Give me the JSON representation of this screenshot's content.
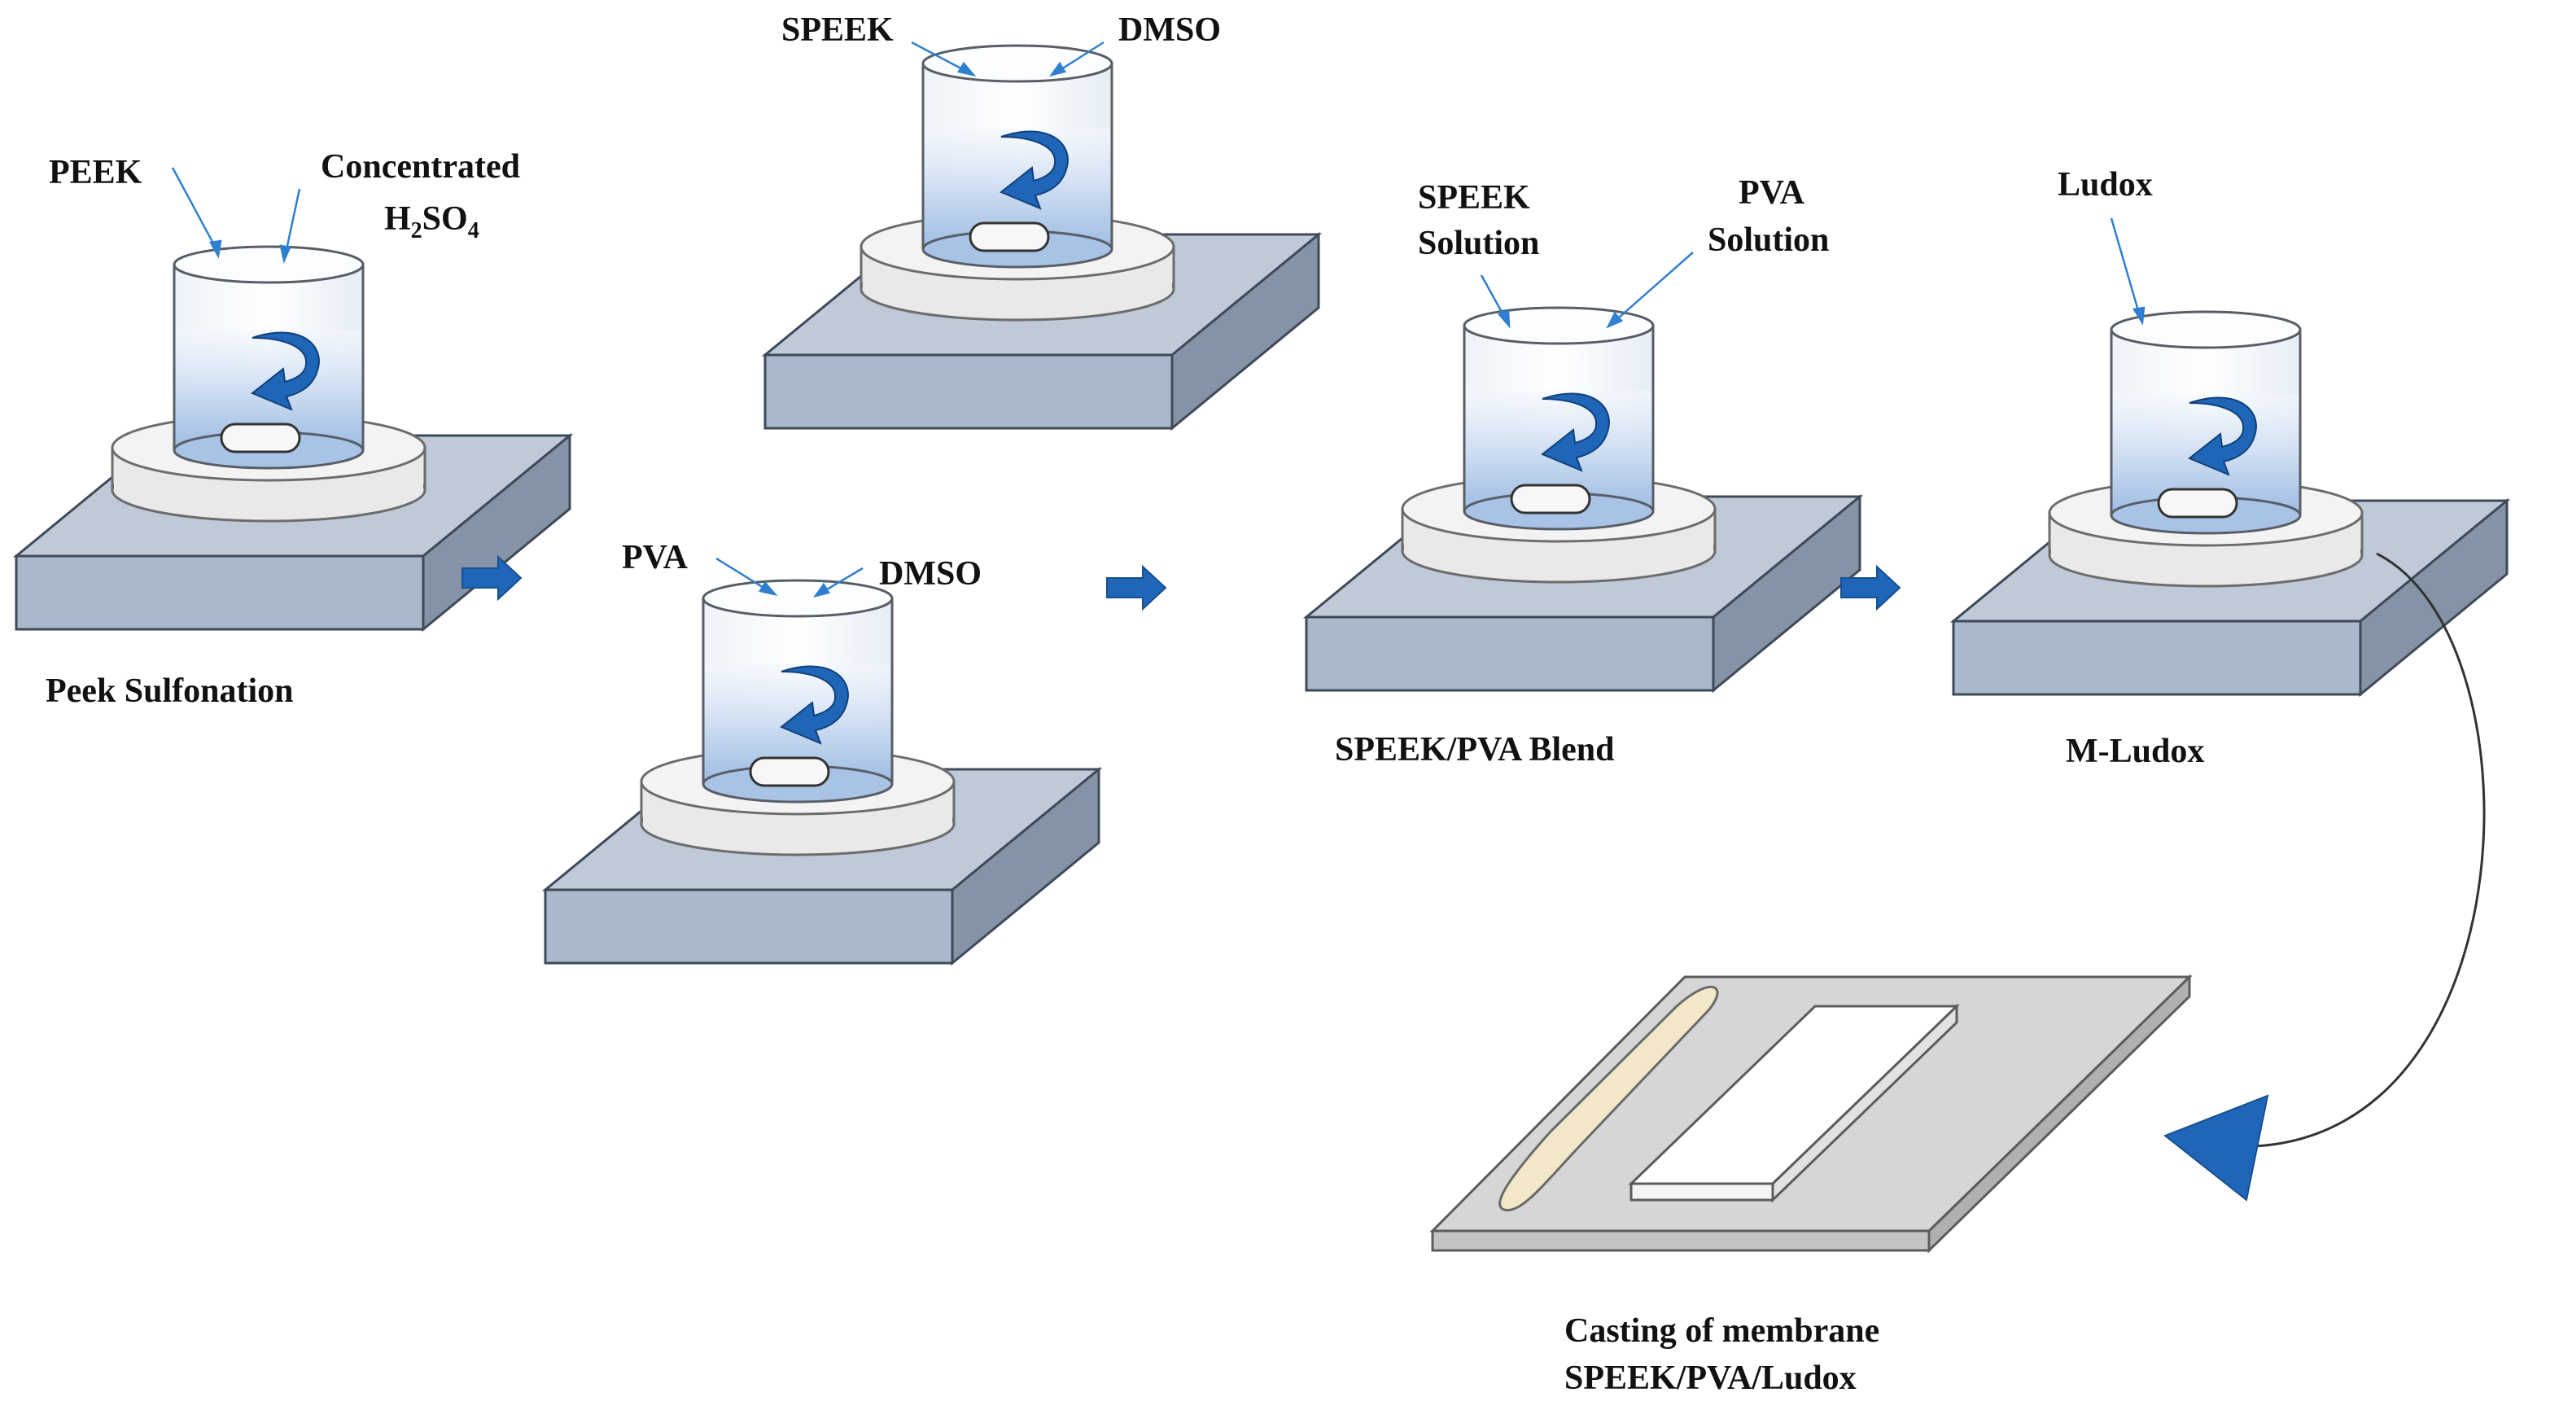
{
  "colors": {
    "plate_top": "#bfc9d8",
    "plate_front": "#a9b8cb",
    "plate_side": "#8593a7",
    "plate_stroke": "#3f4a59",
    "disk_fill": "#e9e9e9",
    "disk_stroke": "#6c6c6c",
    "beaker_stroke": "#585d66",
    "liquid_top": "#f4f8fd",
    "liquid_bottom": "#9dbce3",
    "accent_blue": "#1f66b8",
    "pointer": "#2f7fd0",
    "casting_plate": "#d6d6d6",
    "casting_stroke": "#5c5c5c",
    "rod_fill": "#f2e8c9"
  },
  "icons": {
    "stir_arrow": "curved-arrow-icon",
    "stir_bar": "stir-bar-icon",
    "flow_arrow": "right-arrow-icon",
    "return_arrow": "curved-return-arrow-icon"
  },
  "steps": {
    "peek_sulfonation": {
      "caption": "Peek Sulfonation",
      "inputs": {
        "a": "PEEK",
        "b_line1": "Concentrated",
        "b_h": "H",
        "b_sub1": "2",
        "b_so": "SO",
        "b_sub2": "4"
      }
    },
    "speek_dissolution": {
      "inputs": {
        "a": "SPEEK",
        "b": "DMSO"
      }
    },
    "pva_dissolution": {
      "inputs": {
        "a": "PVA",
        "b": "DMSO"
      }
    },
    "blend": {
      "caption": "SPEEK/PVA Blend",
      "inputs": {
        "a_line1": "SPEEK",
        "a_line2": "Solution",
        "b_line1": "PVA",
        "b_line2": "Solution"
      }
    },
    "mludox": {
      "caption": "M-Ludox",
      "inputs": {
        "a": "Ludox"
      }
    },
    "casting": {
      "caption_line1": "Casting of membrane",
      "caption_line2": "SPEEK/PVA/Ludox"
    }
  }
}
